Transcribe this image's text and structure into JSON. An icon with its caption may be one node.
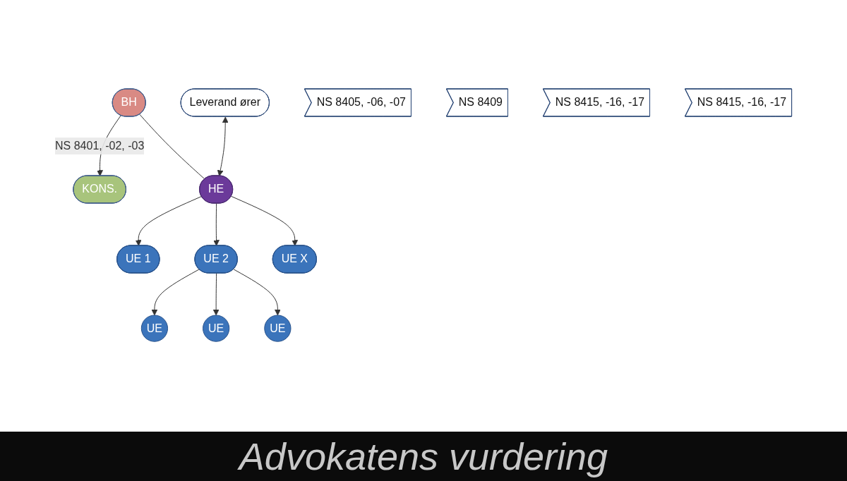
{
  "diagram": {
    "title": "Advokatens vurdering",
    "nodes": [
      {
        "text": [
          "BH"
        ]
      },
      {
        "text": [
          "KONS."
        ]
      },
      {
        "text": [
          "Leverand ører"
        ]
      },
      {
        "text": [
          "NS 8405, -06, -07"
        ]
      },
      {
        "text": [
          "NS 8409"
        ]
      },
      {
        "text": [
          "HE"
        ]
      },
      {
        "text": [
          "NS 8415, -16, -17"
        ]
      },
      {
        "text": [
          "UE 1"
        ]
      },
      {
        "text": [
          "UE 2"
        ]
      },
      {
        "text": [
          "UE X"
        ]
      },
      {
        "text": [
          "NS 8415, -16, -17"
        ]
      },
      {
        "text": [
          "UE"
        ]
      },
      {
        "text": [
          "UE"
        ]
      },
      {
        "text": [
          "UE"
        ]
      }
    ],
    "edges": [
      {
        "from": 0,
        "to": 1,
        "arrow": "to",
        "label": "NS 8401, -02, -03"
      },
      {
        "from": 0,
        "to": 5,
        "arrow": "none"
      },
      {
        "from": 2,
        "to": 5,
        "arrow": "both"
      },
      {
        "from": 5,
        "to": 7,
        "arrow": "to"
      },
      {
        "from": 5,
        "to": 8,
        "arrow": "to"
      },
      {
        "from": 5,
        "to": 9,
        "arrow": "to"
      },
      {
        "from": 8,
        "to": 11,
        "arrow": "to"
      },
      {
        "from": 8,
        "to": 12,
        "arrow": "to"
      },
      {
        "from": 8,
        "to": 13,
        "arrow": "to"
      }
    ]
  }
}
